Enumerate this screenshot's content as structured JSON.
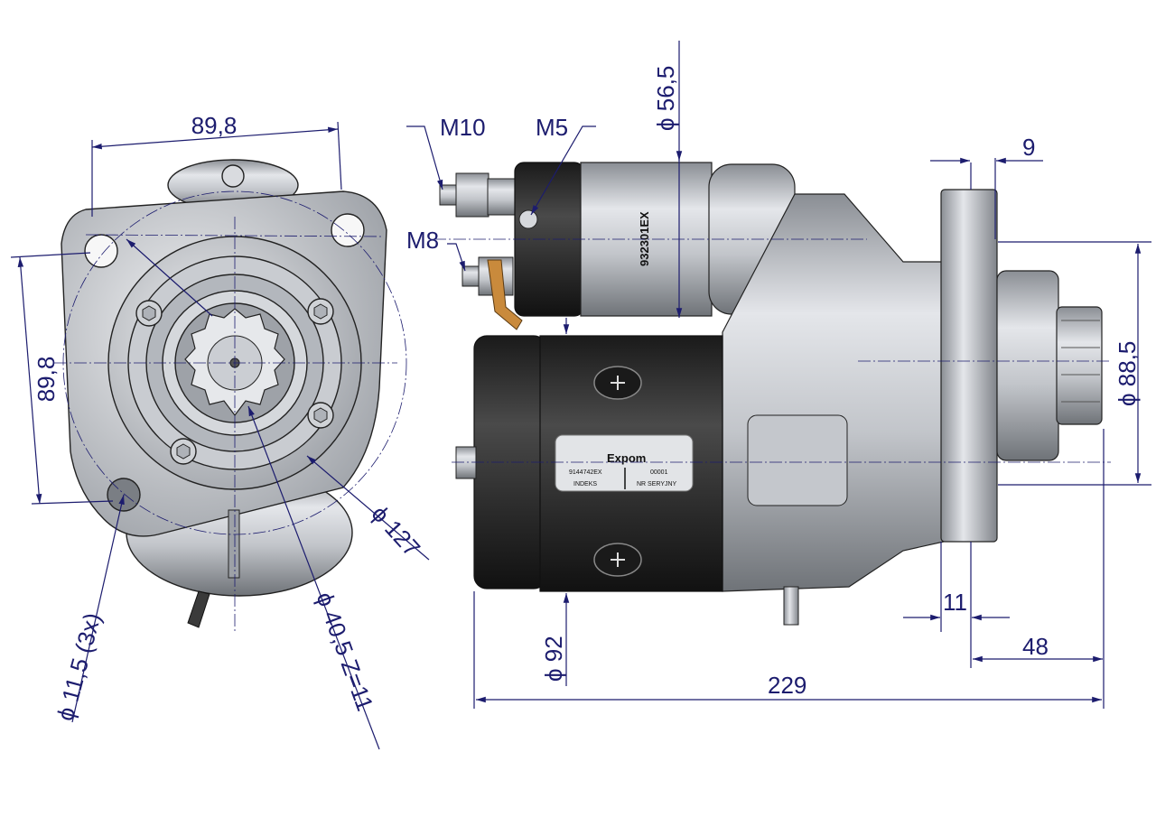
{
  "dimensions": {
    "flange_width": "89,8",
    "hole_spacing": "89,8",
    "mounting_hole": "ϕ 11,5  (3x)",
    "bolt_circle": "ϕ 127",
    "pinion": "ϕ 40,5  Z=11",
    "solenoid_diameter": "ϕ 56,5",
    "terminal_m10": "M10",
    "terminal_m5": "M5",
    "terminal_m8": "M8",
    "flange_thickness": "9",
    "pilot_diameter": "ϕ 88,5",
    "motor_diameter": "ϕ 92",
    "pilot_length": "11",
    "pinion_length": "48",
    "overall_length": "229"
  },
  "labels": {
    "solenoid_part": "932301EX",
    "brand": "Expom",
    "part_number": "9144742EX",
    "index_label": "INDEKS",
    "serial": "00001",
    "serial_label": "NR SERYJNY"
  },
  "colors": {
    "dimension": "#1c1c6e",
    "motor_body": "#2b2b2b",
    "housing": "#b8bcc2",
    "copper": "#c98a3c"
  }
}
